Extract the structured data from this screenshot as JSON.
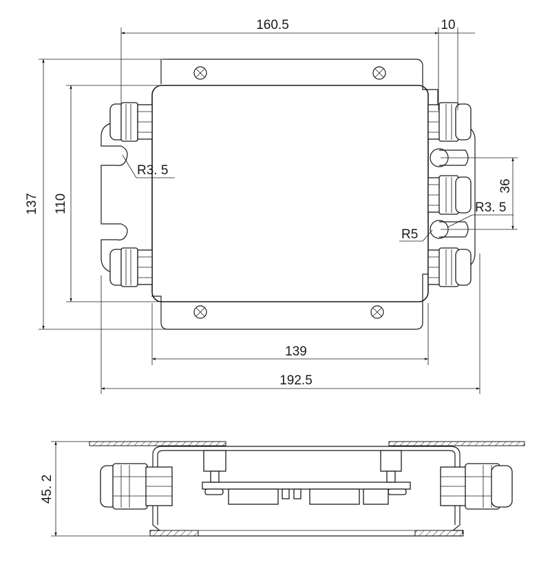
{
  "top_view": {
    "dimensions": {
      "overall_width": "160.5",
      "tab_width": "10",
      "overall_height": "137",
      "inner_height": "110",
      "slot_spacing": "36",
      "inner_width": "139",
      "total_width": "192.5",
      "radius_left": "R3. 5",
      "radius_right": "R3. 5",
      "radius_slot": "R5"
    }
  },
  "side_view": {
    "dimensions": {
      "height": "45. 2"
    }
  }
}
